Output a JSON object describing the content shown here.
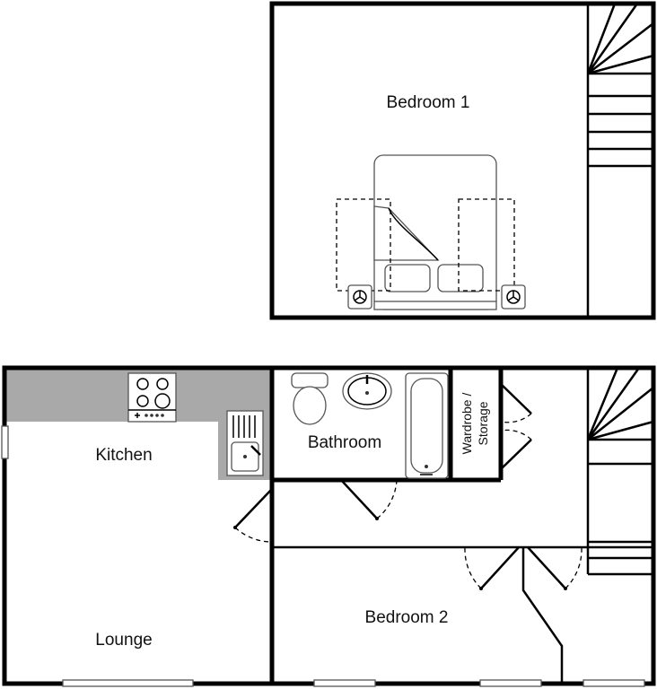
{
  "rooms": {
    "bedroom1": "Bedroom 1",
    "kitchen": "Kitchen",
    "bathroom": "Bathroom",
    "wardrobe_line1": "Wardrobe /",
    "wardrobe_line2": "Storage",
    "bedroom2": "Bedroom 2",
    "lounge": "Lounge"
  },
  "colors": {
    "wall": "#000000",
    "counter": "#a9a9a9",
    "background": "#ffffff"
  }
}
